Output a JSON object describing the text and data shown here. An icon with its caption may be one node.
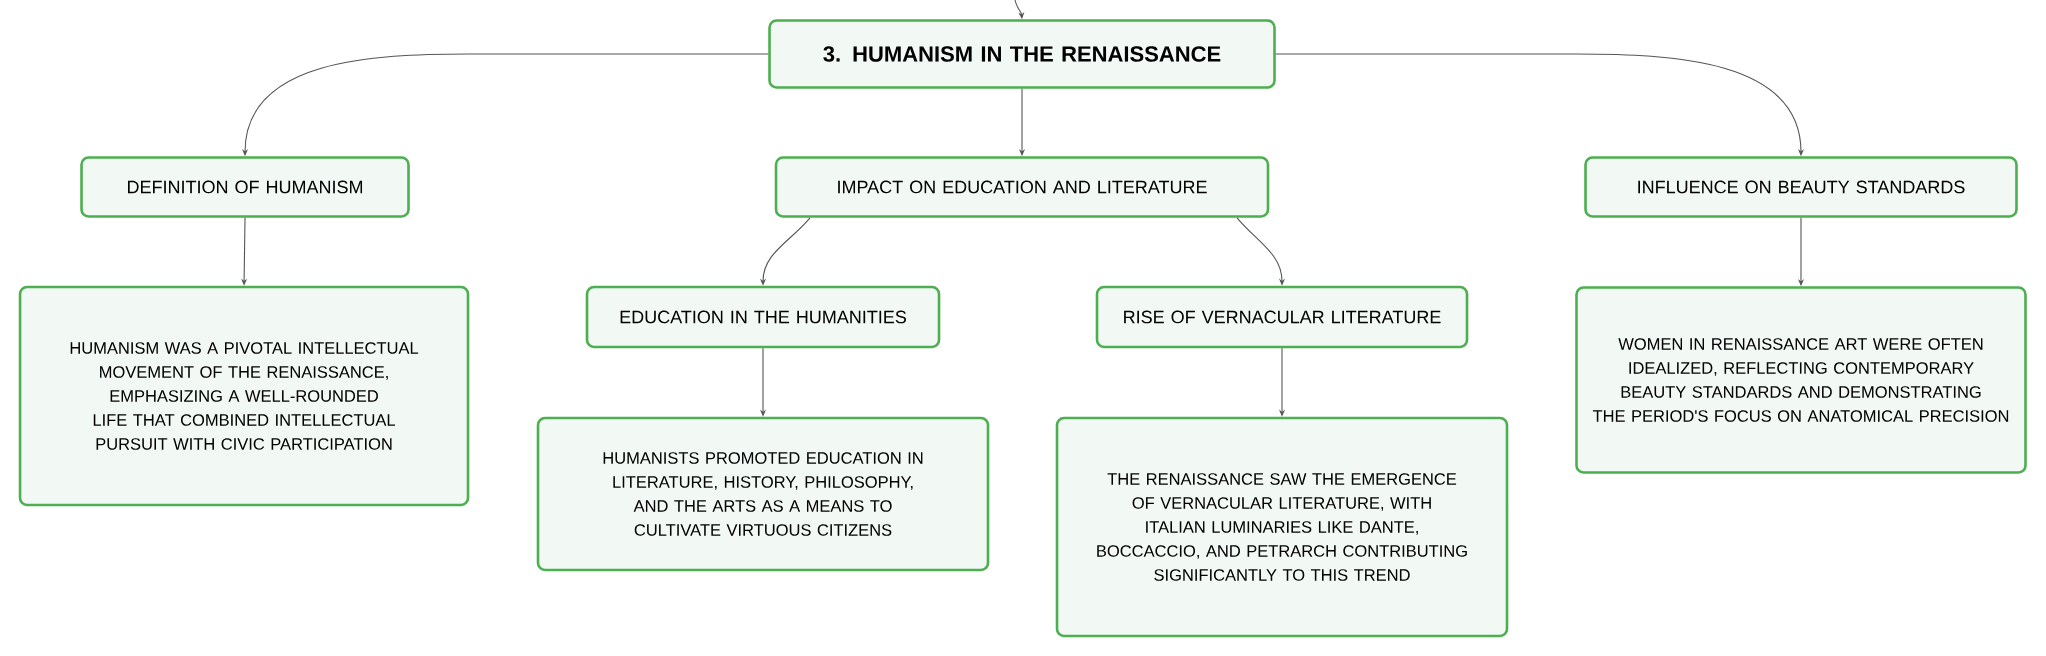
{
  "diagram": {
    "nodes": [
      {
        "text": [
          "3. HUMANISM IN THE RENAISSANCE"
        ]
      },
      {
        "text": [
          "DEFINITION OF HUMANISM"
        ]
      },
      {
        "text": [
          "IMPACT ON EDUCATION AND LITERATURE"
        ]
      },
      {
        "text": [
          "INFLUENCE ON BEAUTY STANDARDS"
        ]
      },
      {
        "text": [
          "HUMANISM WAS A PIVOTAL INTELLECTUAL MOVEMENT OF THE RENAISSANCE, EMPHASIZING A WELL-ROUNDED LIFE THAT COMBINED INTELLECTUAL PURSUIT WITH CIVIC PARTICIPATION"
        ]
      },
      {
        "text": [
          "EDUCATION IN THE HUMANITIES"
        ]
      },
      {
        "text": [
          "RISE OF VERNACULAR LITERATURE"
        ]
      },
      {
        "text": [
          "WOMEN IN RENAISSANCE ART WERE OFTEN IDEALIZED, REFLECTING CONTEMPORARY BEAUTY STANDARDS AND DEMONSTRATING THE PERIOD'S FOCUS ON ANATOMICAL PRECISION"
        ]
      },
      {
        "text": [
          "HUMANISTS PROMOTED EDUCATION IN LITERATURE, HISTORY, PHILOSOPHY, AND THE ARTS AS A MEANS TO CULTIVATE VIRTUOUS CITIZENS"
        ]
      },
      {
        "text": [
          "THE RENAISSANCE SAW THE EMERGENCE OF VERNACULAR LITERATURE, WITH ITALIAN LUMINARIES LIKE DANTE, BOCCACCIO, AND PETRARCH CONTRIBUTING SIGNIFICANTLY TO THIS TREND"
        ]
      }
    ],
    "edges": [
      {
        "from": null,
        "to": 0,
        "arrow": "to"
      },
      {
        "from": 0,
        "to": 1,
        "arrow": "to"
      },
      {
        "from": 0,
        "to": 2,
        "arrow": "to"
      },
      {
        "from": 0,
        "to": 3,
        "arrow": "to"
      },
      {
        "from": 1,
        "to": 4,
        "arrow": "to"
      },
      {
        "from": 2,
        "to": 5,
        "arrow": "to"
      },
      {
        "from": 2,
        "to": 6,
        "arrow": "to"
      },
      {
        "from": 3,
        "to": 7,
        "arrow": "to"
      },
      {
        "from": 5,
        "to": 8,
        "arrow": "to"
      },
      {
        "from": 6,
        "to": 9,
        "arrow": "to"
      }
    ]
  }
}
